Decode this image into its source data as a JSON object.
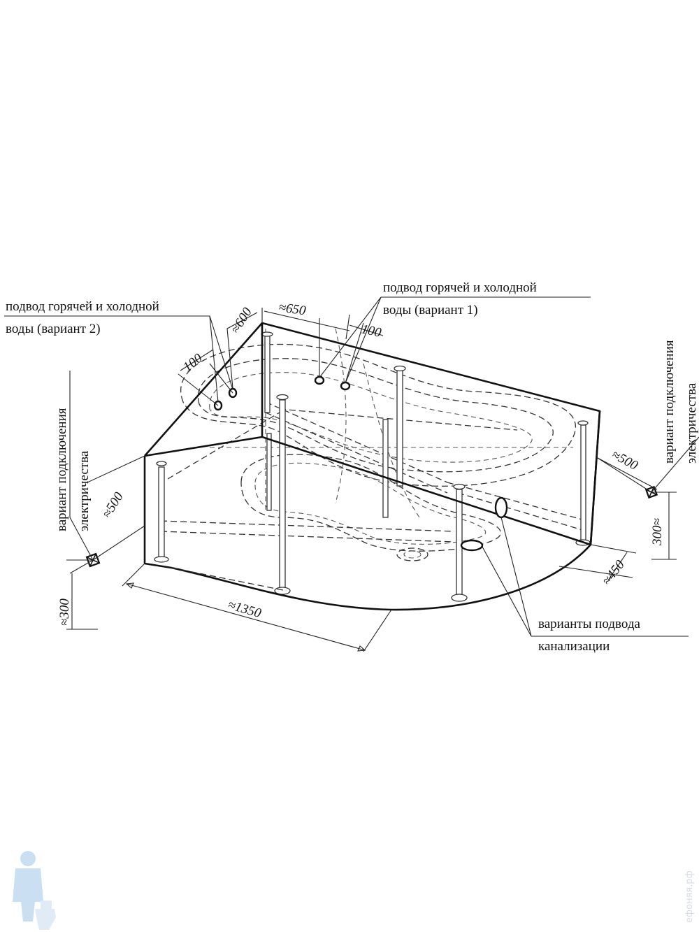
{
  "labels": {
    "water_v2_line1": "подвод горячей и холодной",
    "water_v2_line2": "воды (вариант 2)",
    "water_v1_line1": "подвод горячей и холодной",
    "water_v1_line2": "воды (вариант 1)",
    "electric_left_line1": "вариант подключения",
    "electric_left_line2": "электричества",
    "electric_right_line1": "вариант подключения",
    "electric_right_line2": "электричества",
    "sewer_line1": "варианты подвода",
    "sewer_line2": "канализации"
  },
  "dimensions": {
    "d100_left": "100",
    "d600": "≈600",
    "d650": "≈650",
    "d100_right": "100",
    "d500_left": "≈500",
    "d500_right": "≈500",
    "d300_left": "≈300",
    "d300_right": "300≈",
    "d450": "≈450",
    "d1350": "≈1350"
  },
  "watermark": "ефоняя.рф"
}
